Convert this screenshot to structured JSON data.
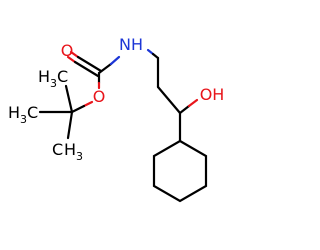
{
  "molecule": {
    "atoms": {
      "carbonyl_o": "O",
      "ester_o": "O",
      "amine": "NH",
      "hydroxyl": "OH",
      "methyl_top_h": "H",
      "methyl_top_sub": "3",
      "methyl_top_c": "C",
      "methyl_left_h": "H",
      "methyl_left_sub": "3",
      "methyl_left_c": "C",
      "methyl_bottom_c": "C",
      "methyl_bottom_h": "H",
      "methyl_bottom_sub": "3"
    },
    "colors": {
      "carbon_bonds": "#000000",
      "nitrogen": "#1c36d6",
      "oxygen": "#e8151b"
    }
  }
}
